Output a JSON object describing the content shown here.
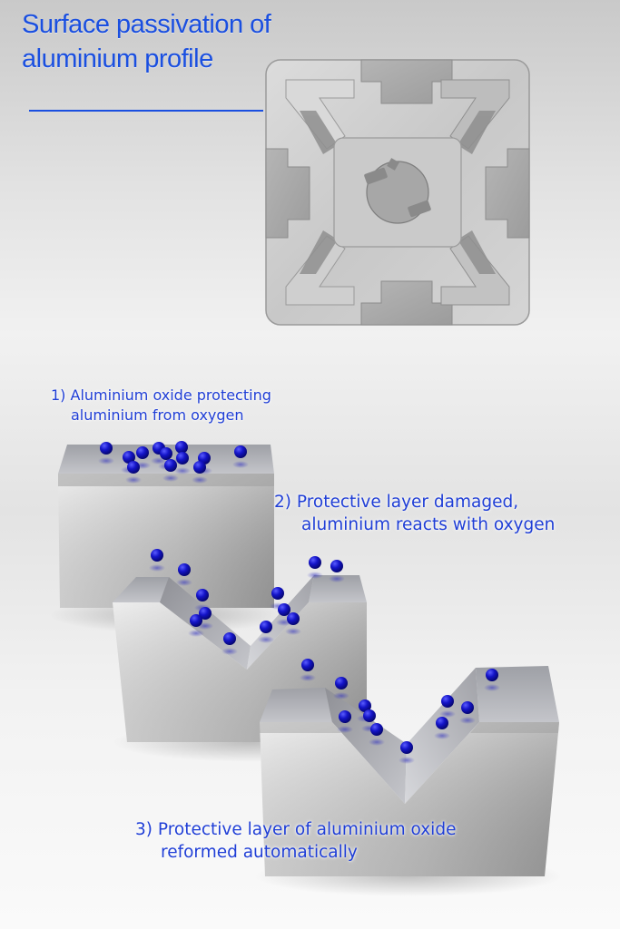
{
  "title": {
    "line1": "Surface passivation of",
    "line2": "aluminium profile"
  },
  "steps": [
    {
      "line1": "1) Aluminium oxide protecting",
      "line2": "aluminium from oxygen"
    },
    {
      "line1": "2) Protective layer damaged,",
      "line2": "aluminium reacts with oxygen"
    },
    {
      "line1": "3) Protective layer of aluminium oxide",
      "line2": "reformed automatically"
    }
  ],
  "colors": {
    "accent_text": "#1a4fe0",
    "oxygen_atom": "#0a0aa8",
    "aluminium_metal": "#cfcfcf",
    "background": "#f0f0f0"
  },
  "illustrations": {
    "profile": "aluminium-profile-cross-section",
    "block_1": "intact-block-with-oxide-layer",
    "block_2": "damaged-block-with-v-notch",
    "block_3": "repaired-block-with-reformed-oxide"
  }
}
